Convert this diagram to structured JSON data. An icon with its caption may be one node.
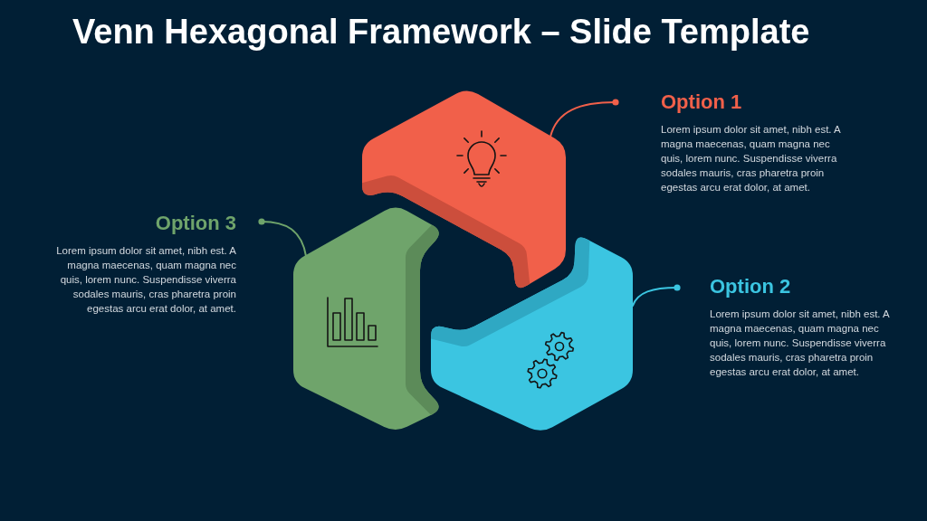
{
  "diagram": {
    "title": "Venn Hexagonal Framework – Slide Template",
    "nodes": [
      {
        "text": [
          "Option 1",
          "Lorem ipsum dolor sit amet, nibh est. A magna maecenas, quam magna nec quis, lorem nunc. Suspendisse viverra sodales mauris, cras pharetra proin egestas arcu erat dolor, at amet."
        ]
      },
      {
        "text": [],
        "shape": "hexagon"
      },
      {
        "text": [
          "Option 2",
          "Lorem ipsum dolor sit amet, nibh est. A magna maecenas, quam magna nec quis, lorem nunc. Suspendisse viverra sodales mauris, cras pharetra proin egestas arcu erat dolor, at amet."
        ]
      },
      {
        "text": [],
        "shape": "hexagon"
      },
      {
        "text": [
          "Option 3",
          "Lorem ipsum dolor sit amet, nibh est. A magna maecenas, quam magna nec quis, lorem nunc. Suspendisse viverra sodales mauris, cras pharetra proin egestas arcu erat dolor, at amet."
        ]
      },
      {
        "text": [],
        "shape": "hexagon"
      }
    ],
    "edges": [
      {
        "from": 0,
        "to": 1,
        "arrow": "other",
        "color": "#f1604a"
      },
      {
        "from": 2,
        "to": 3,
        "arrow": "other",
        "color": "#3bc5e1"
      },
      {
        "from": 4,
        "to": 5,
        "arrow": "other",
        "color": "#6fa46b"
      }
    ]
  }
}
